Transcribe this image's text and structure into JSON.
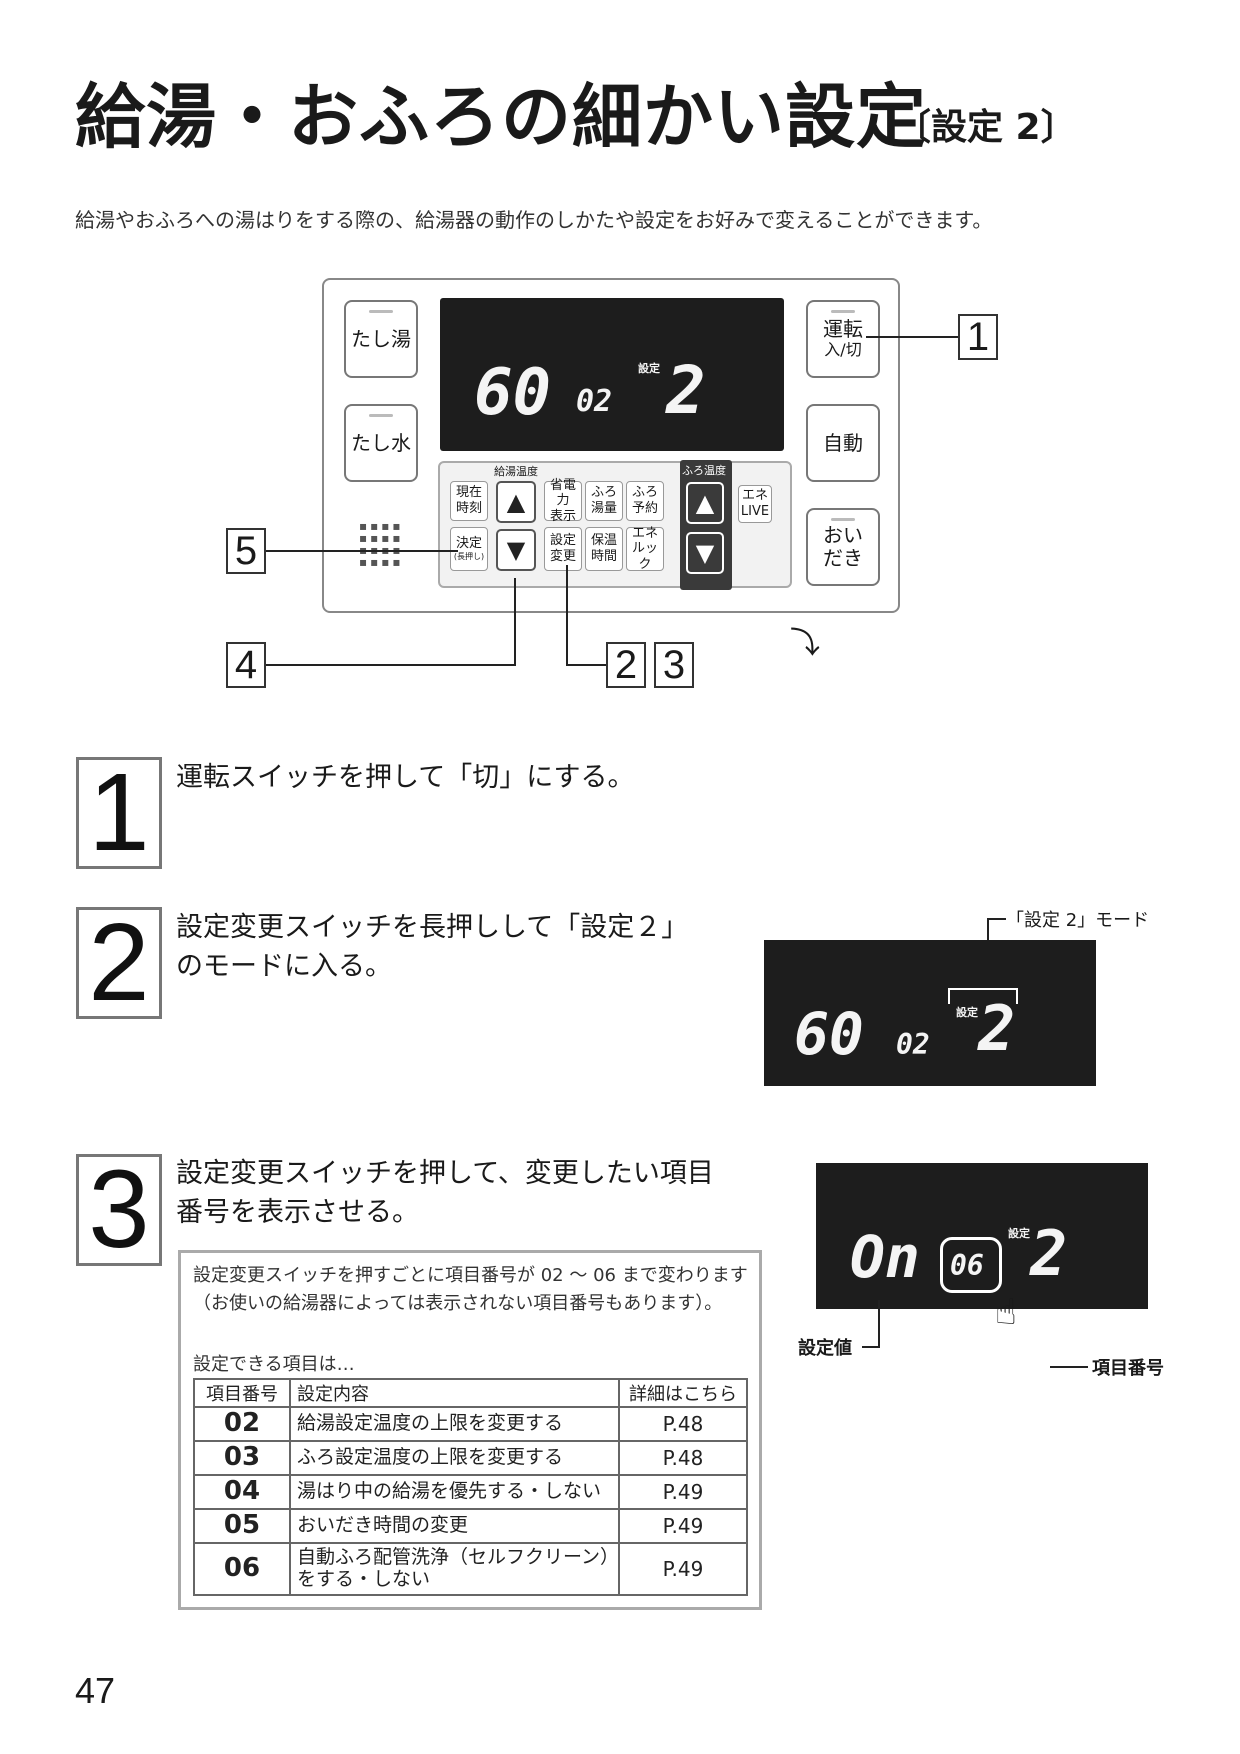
{
  "title": "給湯・おふろの細かい設定",
  "title_suffix": "〔設定 2〕",
  "intro": "給湯やおふろへの湯はりをする際の、給湯器の動作のしかたや設定をお好みで変えることができます。",
  "remote": {
    "btn_tashiyu": "たし湯",
    "btn_tashimizu": "たし水",
    "btn_unten_1": "運転",
    "btn_unten_2": "入/切",
    "btn_jido": "自動",
    "btn_oidaki_1": "おい",
    "btn_oidaki_2": "だき",
    "lcd_temp": "60",
    "lcd_item": "02",
    "lcd_settei_label": "設定",
    "lcd_settei_num": "2",
    "label_kyuyu_ondo": "給湯温度",
    "label_furo_ondo": "ふろ温度",
    "btn_genzai_1": "現在",
    "btn_genzai_2": "時刻",
    "btn_kettei": "決定",
    "btn_kettei_sub": "(長押し)",
    "btn_shodenryoku_1": "省電力",
    "btn_shodenryoku_2": "表示",
    "btn_furo_yuryo_1": "ふろ",
    "btn_furo_yuryo_2": "湯量",
    "btn_furo_yoyaku_1": "ふろ",
    "btn_furo_yoyaku_2": "予約",
    "btn_settei_1": "設定",
    "btn_settei_2": "変更",
    "btn_hoon_1": "保温",
    "btn_hoon_2": "時間",
    "btn_ene_look_1": "エネ",
    "btn_ene_look_2": "ルック",
    "btn_ene_live_1": "エネ",
    "btn_ene_live_2": "LIVE"
  },
  "callouts": {
    "c1": "1",
    "c2": "2",
    "c3": "3",
    "c4": "4",
    "c5": "5"
  },
  "steps": [
    {
      "num": "1",
      "line1": "運転スイッチを押して「切」にする。",
      "line2": ""
    },
    {
      "num": "2",
      "line1": "設定変更スイッチを長押しして「設定２」",
      "line2": "のモードに入る。"
    },
    {
      "num": "3",
      "line1": "設定変更スイッチを押して、変更したい項目",
      "line2": "番号を表示させる。"
    }
  ],
  "lcd2": {
    "mode_label": "「設定 2」モード",
    "temp": "60",
    "item": "02",
    "settei_label": "設定",
    "settei_num": "2"
  },
  "lcd3": {
    "value": "On",
    "item": "06",
    "settei_label": "設定",
    "settei_num": "2",
    "label_value": "設定値",
    "label_item": "項目番号"
  },
  "note": {
    "p1": "設定変更スイッチを押すごとに項目番号が 02 ～ 06 まで変わります（お使いの給湯器によっては表示されない項目番号もあります）。",
    "p2": "設定できる項目は…",
    "headers": [
      "項目番号",
      "設定内容",
      "詳細はこちら"
    ],
    "rows": [
      {
        "code": "02",
        "desc": "給湯設定温度の上限を変更する",
        "page": "P.48"
      },
      {
        "code": "03",
        "desc": "ふろ設定温度の上限を変更する",
        "page": "P.48"
      },
      {
        "code": "04",
        "desc": "湯はり中の給湯を優先する・しない",
        "page": "P.49"
      },
      {
        "code": "05",
        "desc": "おいだき時間の変更",
        "page": "P.49"
      },
      {
        "code": "06",
        "desc": "自動ふろ配管洗浄（セルフクリーン）をする・しない",
        "page": "P.49"
      }
    ]
  },
  "page_number": "47"
}
